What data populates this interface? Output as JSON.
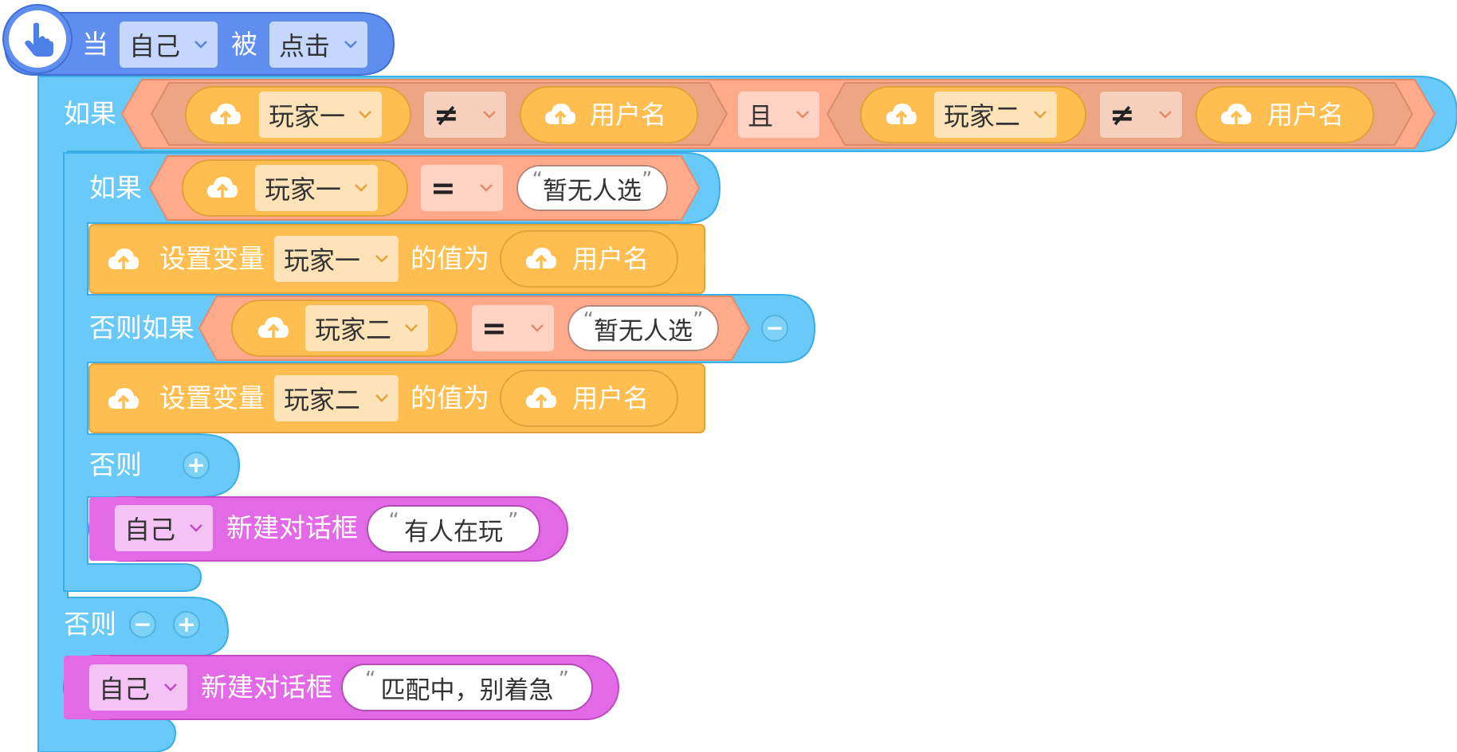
{
  "event": {
    "when": "当",
    "target": "自己",
    "clicked_word": "被",
    "action": "点击"
  },
  "outer_if": {
    "if_label": "如果",
    "cond1": {
      "var": "玩家一",
      "op": "≠",
      "value": "用户名"
    },
    "and_label": "且",
    "cond2": {
      "var": "玩家二",
      "op": "≠",
      "value": "用户名"
    },
    "inner": {
      "if_label": "如果",
      "cond_if": {
        "var": "玩家一",
        "op": "=",
        "text": "暂无人选"
      },
      "set1": {
        "label": "设置变量",
        "var": "玩家一",
        "value_label": "的值为",
        "value": "用户名"
      },
      "elseif_label": "否则如果",
      "cond_elseif": {
        "var": "玩家二",
        "op": "=",
        "text": "暂无人选"
      },
      "set2": {
        "label": "设置变量",
        "var": "玩家二",
        "value_label": "的值为",
        "value": "用户名"
      },
      "else_label": "否则",
      "dialog": {
        "target": "自己",
        "label": "新建对话框",
        "text": "有人在玩"
      }
    },
    "else_label": "否则",
    "else_dialog": {
      "target": "自己",
      "label": "新建对话框",
      "text": "匹配中，别着急"
    }
  },
  "colors": {
    "event_blue": "#5f8ef0",
    "control_cyan": "#69c9f9",
    "logic_salmon": "#ffab8b",
    "variable_orange": "#ffbe4f",
    "dialog_magenta": "#e36ae6"
  },
  "icons": [
    "hand-pointer-icon",
    "cloud-upload-icon",
    "chevron-down-icon",
    "plus-icon",
    "minus-icon"
  ]
}
